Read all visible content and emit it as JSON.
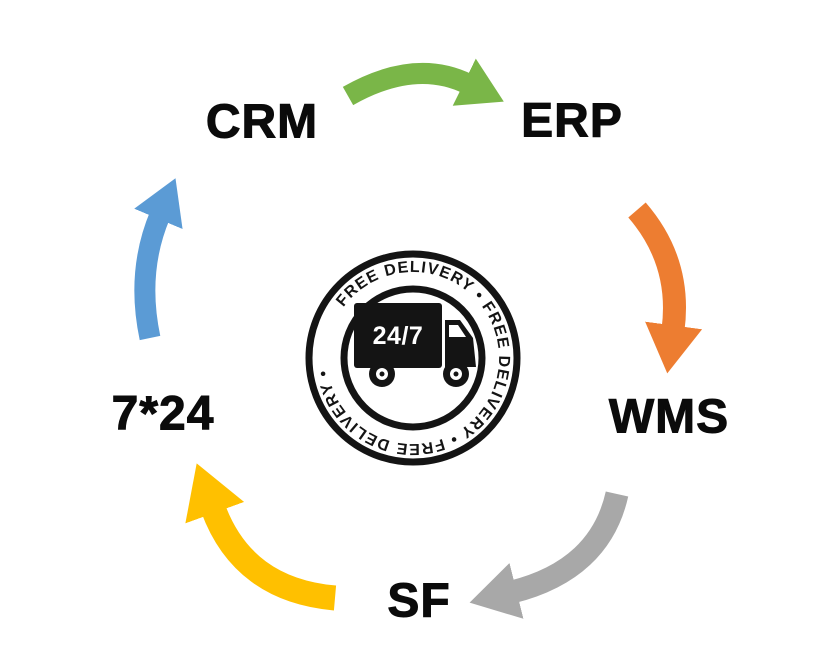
{
  "diagram": {
    "nodes": {
      "crm": {
        "label": "CRM"
      },
      "erp": {
        "label": "ERP"
      },
      "wms": {
        "label": "WMS"
      },
      "sf": {
        "label": "SF"
      },
      "support": {
        "label": "7*24"
      }
    },
    "arrows": {
      "crm_to_erp": {
        "from": "CRM",
        "to": "ERP",
        "color": "#7AB648"
      },
      "erp_to_wms": {
        "from": "ERP",
        "to": "WMS",
        "color": "#ED7D31"
      },
      "wms_to_sf": {
        "from": "WMS",
        "to": "SF",
        "color": "#A8A8A8"
      },
      "sf_to_support": {
        "from": "SF",
        "to": "7*24",
        "color": "#FFC000"
      },
      "support_to_crm": {
        "from": "7*24",
        "to": "CRM",
        "color": "#5B9BD5"
      }
    },
    "badge": {
      "ring_text": "FREE DELIVERY • FREE DELIVERY • FREE DELIVERY •",
      "truck_label": "24/7",
      "ink_color": "#141414"
    }
  }
}
